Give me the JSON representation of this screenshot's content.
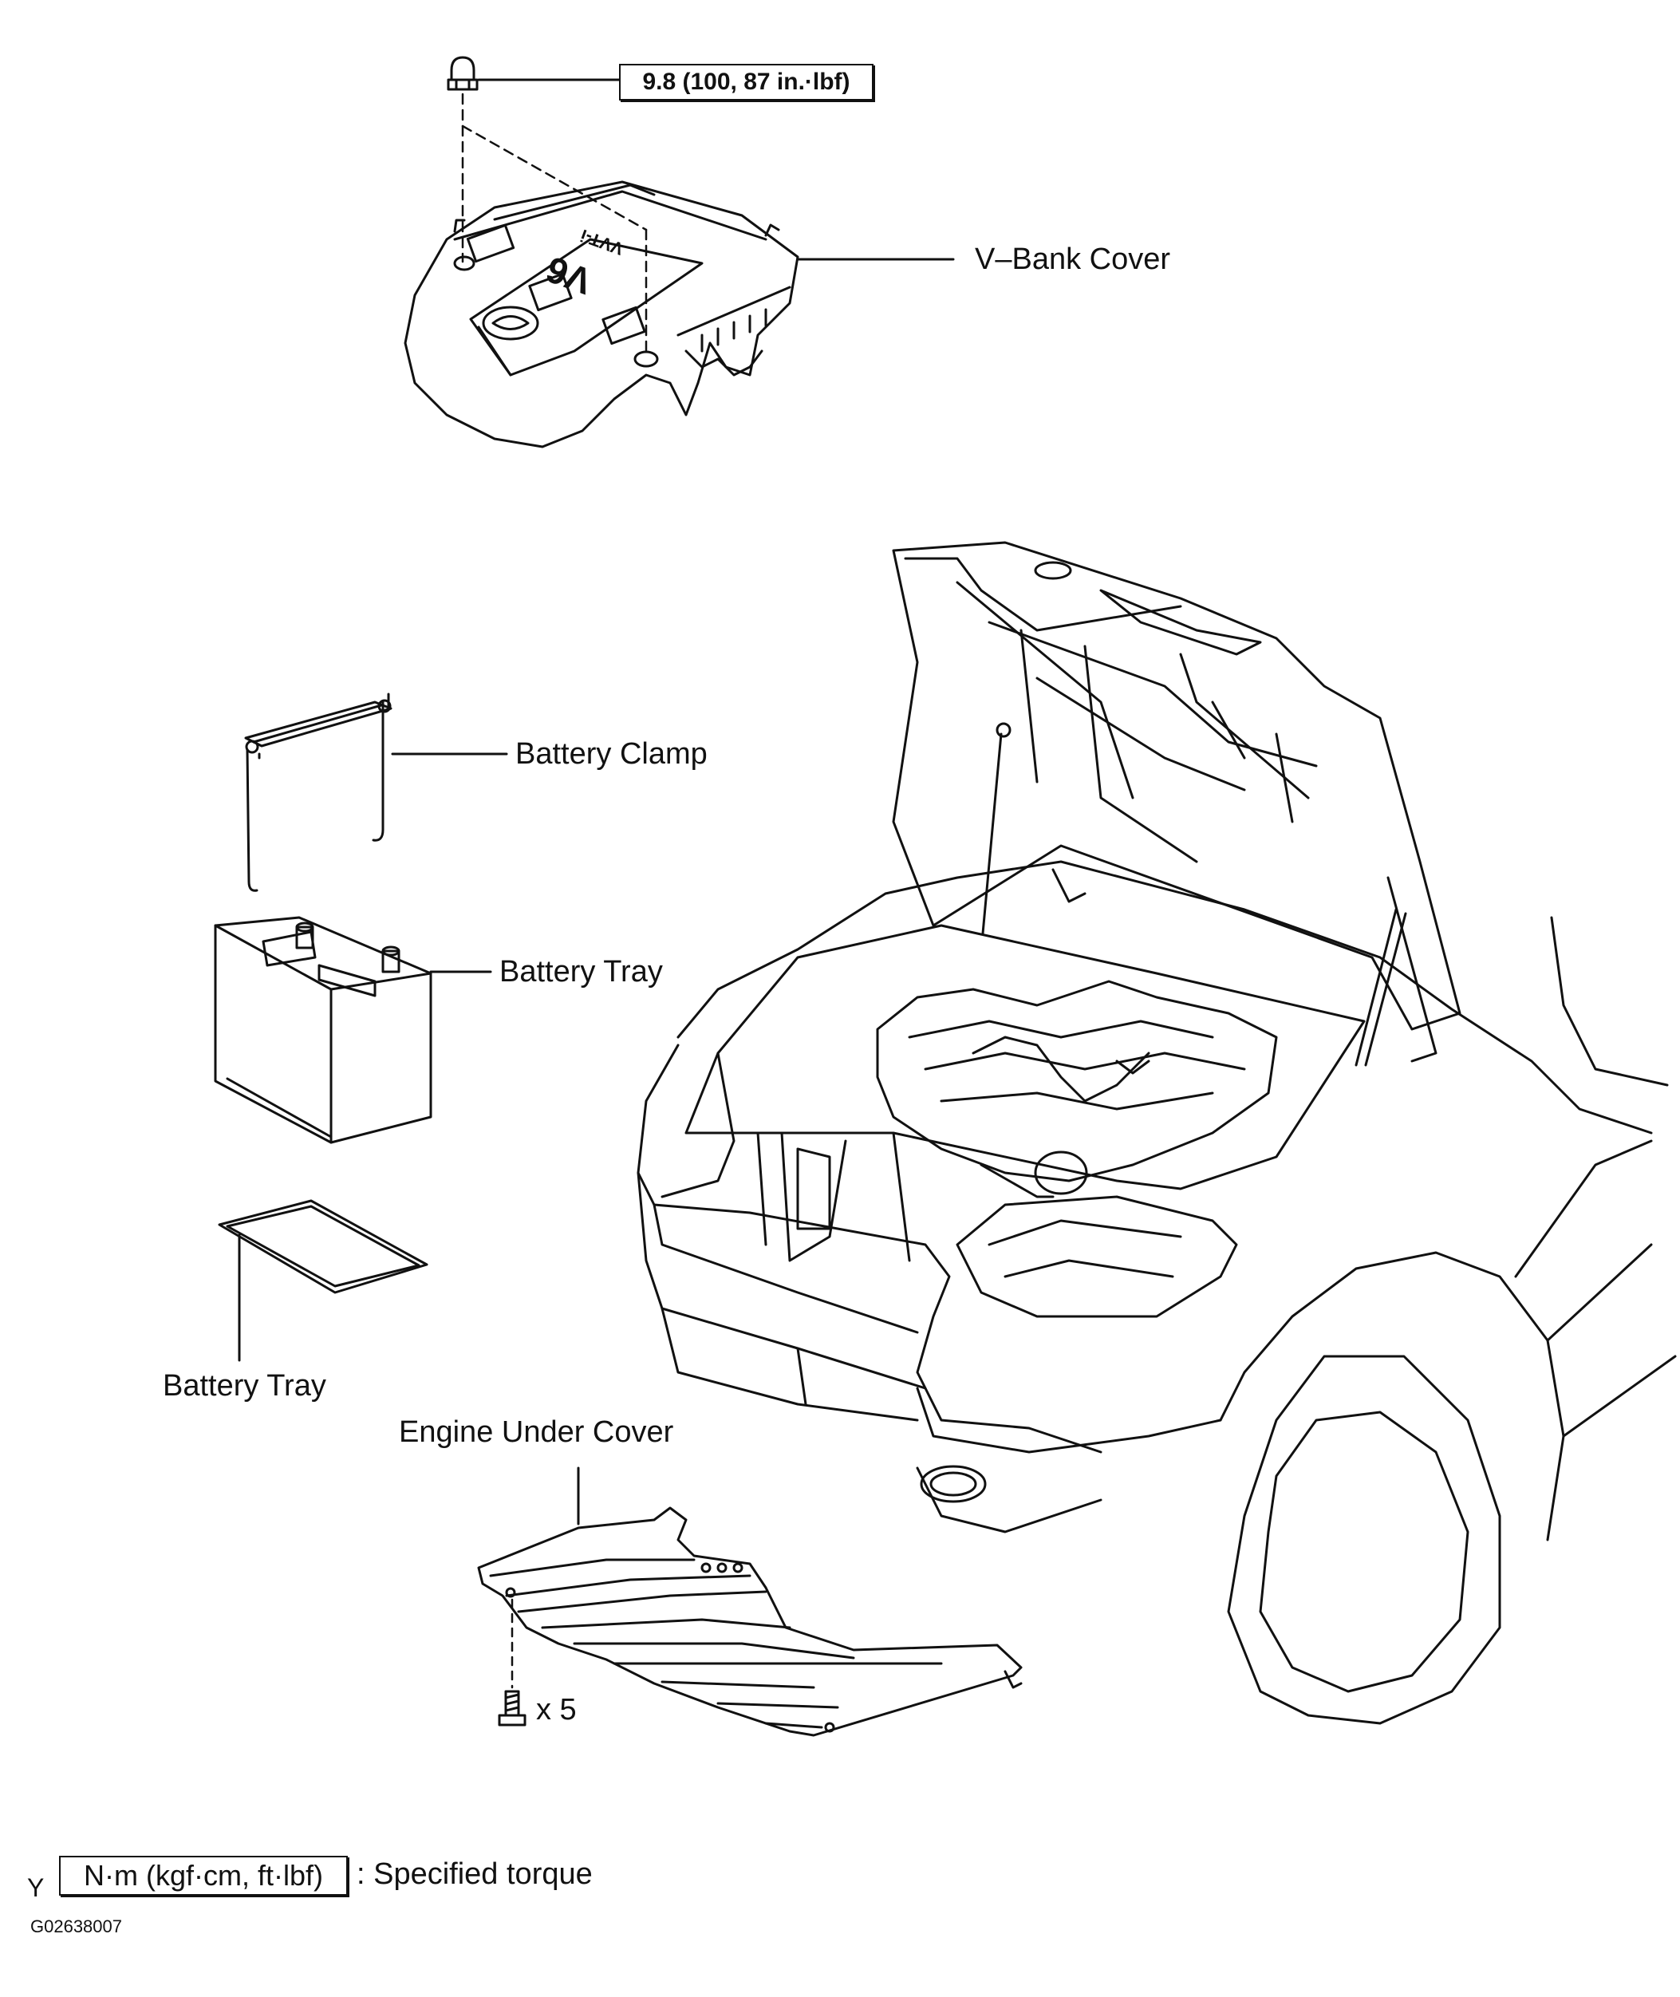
{
  "diagram": {
    "torque_spec": "9.8 (100, 87 in.·lbf)",
    "labels": {
      "v_bank_cover": "V–Bank Cover",
      "battery_clamp": "Battery Clamp",
      "battery_tray_upper": "Battery Tray",
      "battery_tray_lower": "Battery Tray",
      "engine_under_cover": "Engine Under Cover",
      "bolt_count": "x 5"
    },
    "legend": {
      "marker": "Y",
      "unit_box": "N·m (kgf·cm, ft·lbf)",
      "description": ": Specified torque"
    },
    "figure_code": "G02638007"
  }
}
